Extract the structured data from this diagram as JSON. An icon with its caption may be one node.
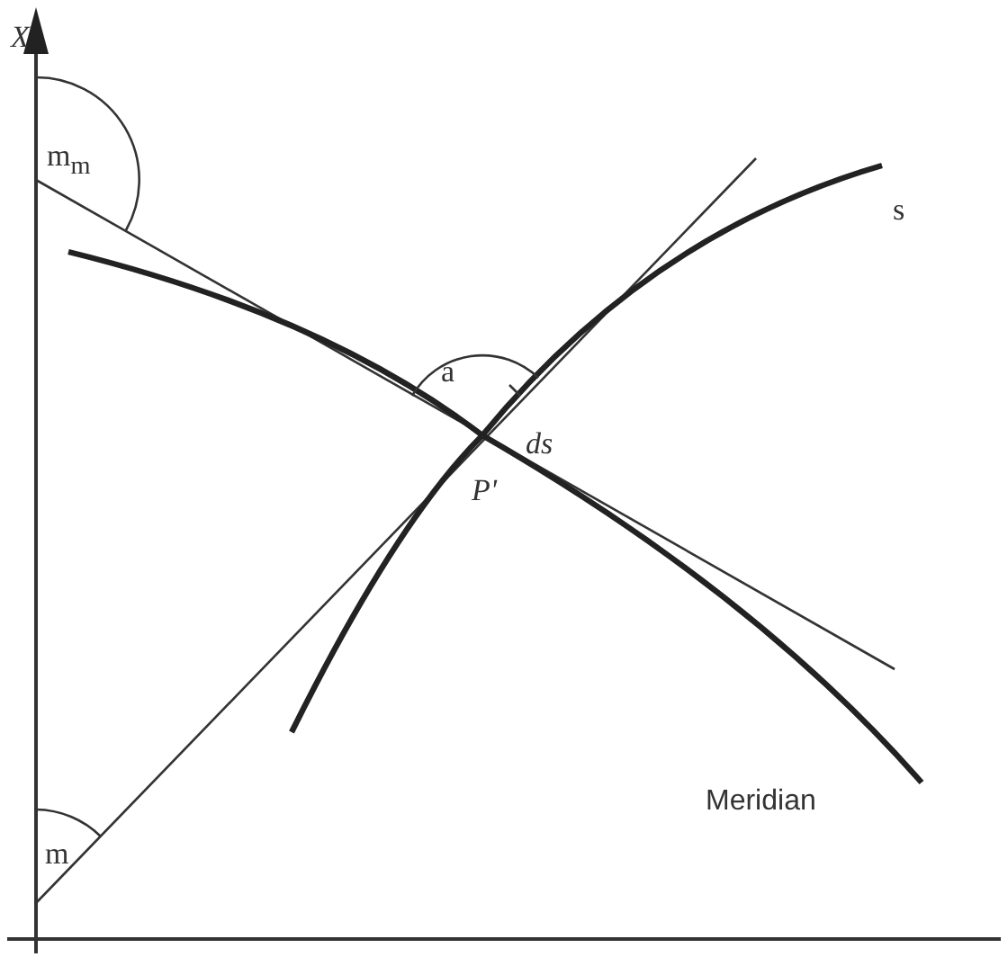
{
  "diagram": {
    "labels": [
      "X",
      "m$_{m}$",
      "s",
      "a",
      "ds",
      "P'",
      "Meridian",
      "m"
    ]
  }
}
